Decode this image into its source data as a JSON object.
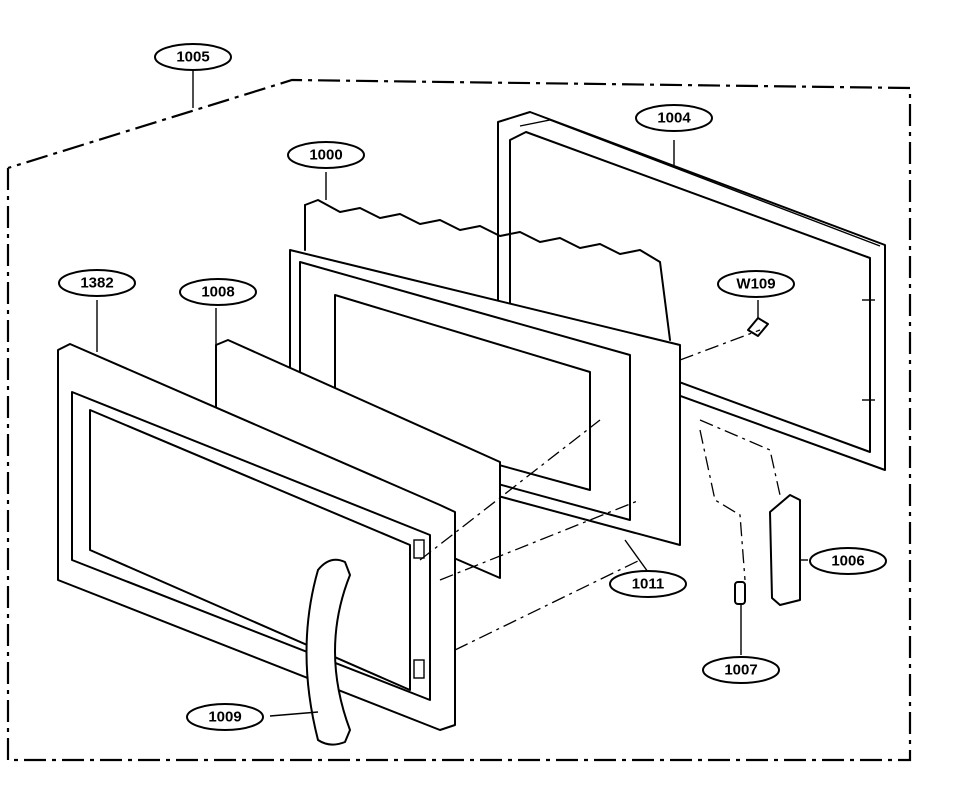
{
  "labels": {
    "assembly": "1005",
    "door_frame": "1004",
    "door_panel": "1000",
    "choke_cover": "1382",
    "glass_panel": "1008",
    "barrier": "1011",
    "screw": "W109",
    "latch_hook": "1006",
    "spring": "1007",
    "handle": "1009"
  }
}
